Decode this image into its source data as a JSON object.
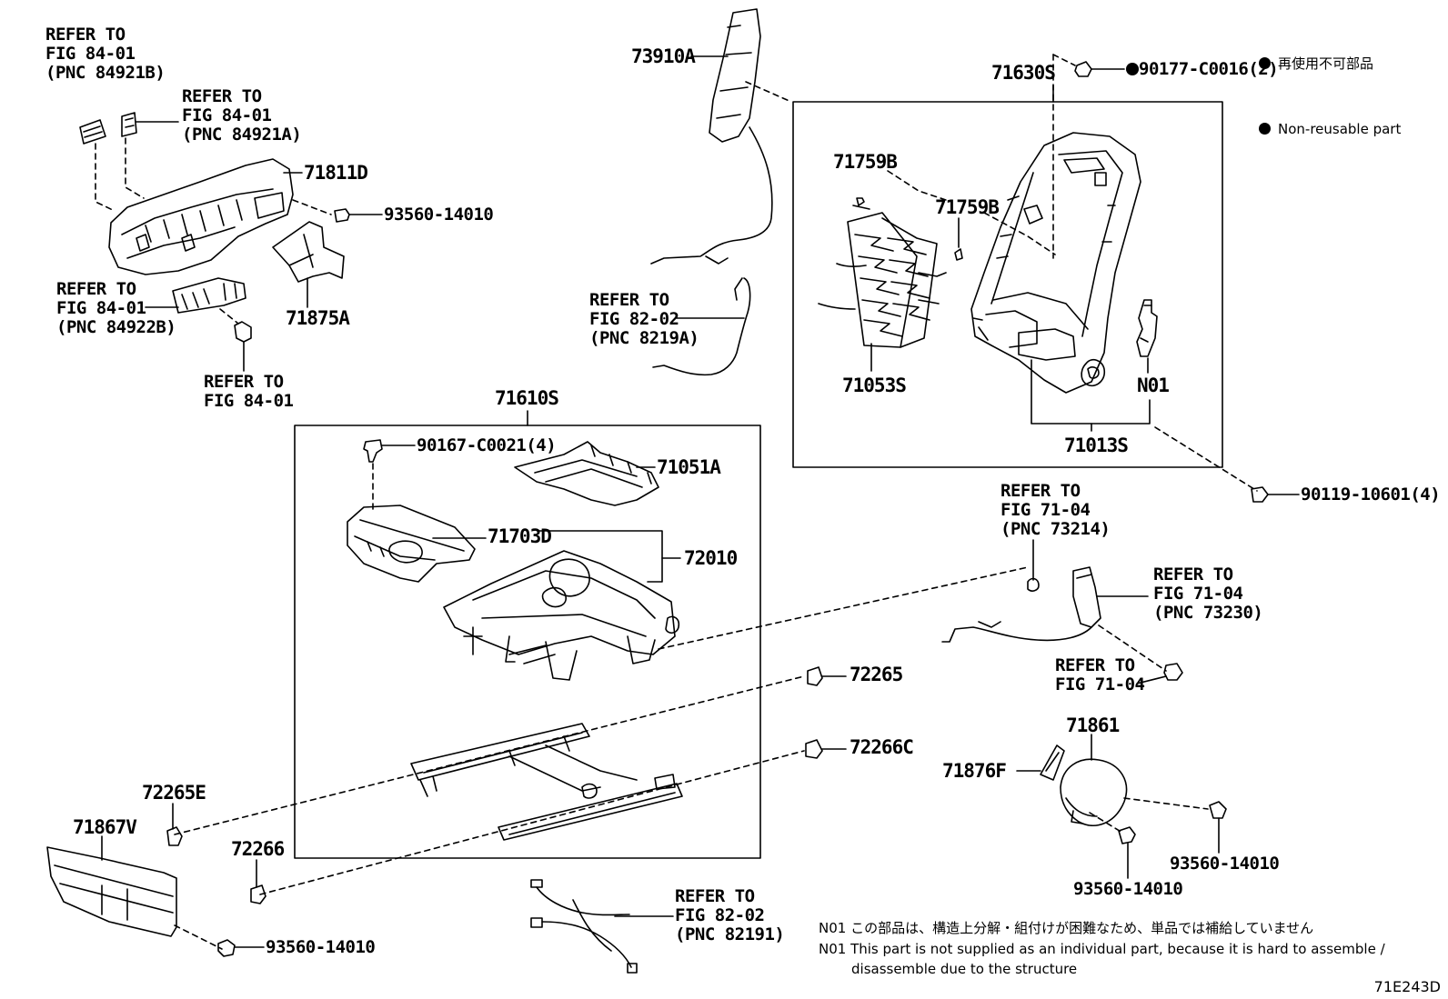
{
  "legend": {
    "line_jp": "再使用不可部品",
    "line_en": "Non-reusable part"
  },
  "parts": {
    "p71811D": "71811D",
    "p93560_top": "93560-14010",
    "p71875A": "71875A",
    "p73910A": "73910A",
    "p71630S": "71630S",
    "p90177": "90177-C0016(2)",
    "p71759B_a": "71759B",
    "p71759B_b": "71759B",
    "p71053S": "71053S",
    "pN01": "N01",
    "p71013S": "71013S",
    "p90119": "90119-10601(4)",
    "p71610S": "71610S",
    "p90167": "90167-C0021(4)",
    "p71051A": "71051A",
    "p71703D": "71703D",
    "p72010": "72010",
    "p72265": "72265",
    "p72266C": "72266C",
    "p72265E": "72265E",
    "p71867V": "71867V",
    "p72266": "72266",
    "p93560_bl": "93560-14010",
    "p71861": "71861",
    "p71876F": "71876F",
    "p93560_r1": "93560-14010",
    "p93560_r2": "93560-14010"
  },
  "refs": {
    "r1": "REFER TO\nFIG 84-01\n(PNC 84921B)",
    "r2": "REFER TO\nFIG 84-01\n(PNC 84921A)",
    "r3": "REFER TO\nFIG 84-01\n(PNC 84922B)",
    "r4": "REFER TO\nFIG 84-01",
    "r5": "REFER TO\nFIG 82-02\n(PNC 8219A)",
    "r6": "REFER TO\nFIG 71-04\n(PNC 73214)",
    "r7": "REFER TO\nFIG 71-04\n(PNC 73230)",
    "r8": "REFER TO\nFIG 71-04",
    "r9": "REFER TO\nFIG 82-02\n(PNC 82191)"
  },
  "notes": {
    "jp": "N01 この部品は、構造上分解・組付けが困難なため、単品では補給していません",
    "en1": "N01 This part is not supplied as an individual part, because it is hard to assemble /",
    "en2": "disassemble due to the structure"
  },
  "diagram_code": "71E243D"
}
